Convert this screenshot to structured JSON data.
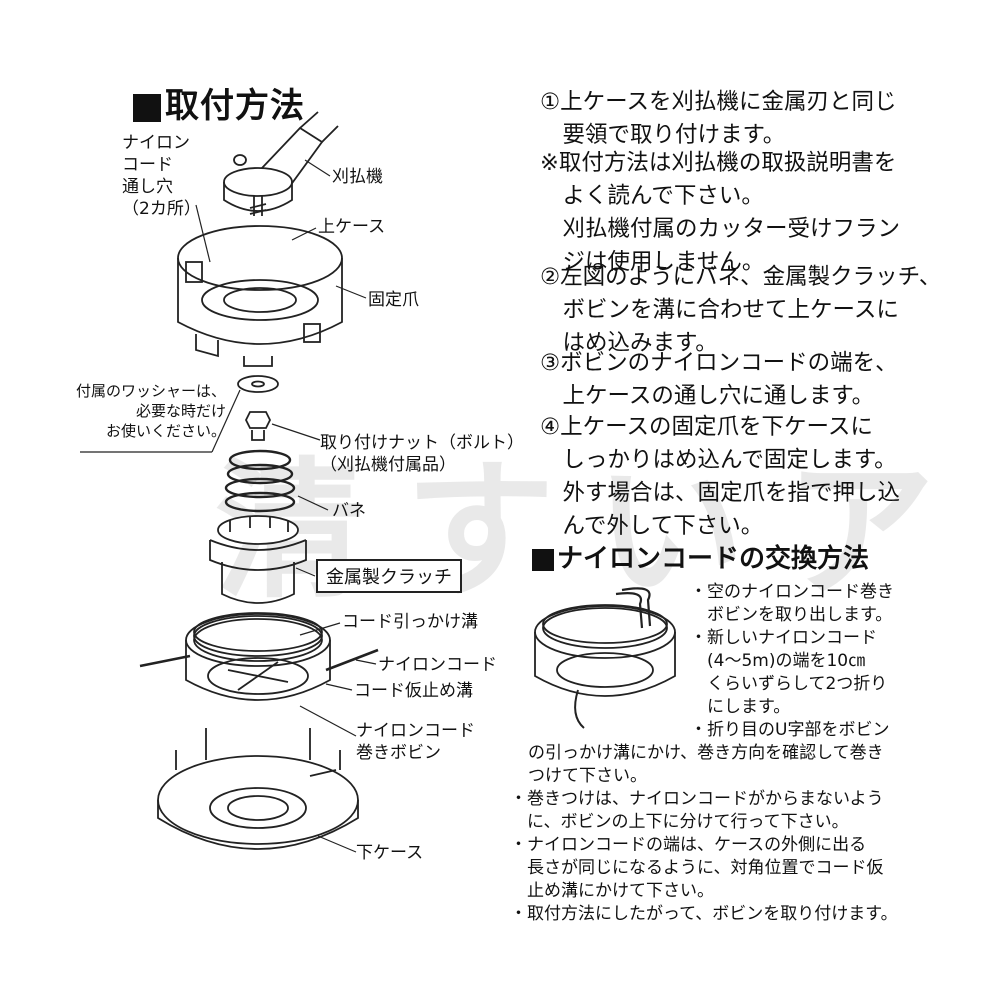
{
  "installation": {
    "heading": "取付方法",
    "steps": [
      {
        "lines": [
          "①上ケースを刈払機に金属刃と同じ",
          "　要領で取り付けます。"
        ]
      },
      {
        "lines": [
          "※取付方法は刈払機の取扱説明書を",
          "　よく読んで下さい。",
          "　刈払機付属のカッター受けフラン",
          "　ジは使用しません。"
        ]
      },
      {
        "lines": [
          "②左図のようにバネ、金属製クラッチ、",
          "　ボビンを溝に合わせて上ケースに",
          "　はめ込みます。"
        ]
      },
      {
        "lines": [
          "③ボビンのナイロンコードの端を、",
          "　上ケースの通し穴に通します。"
        ]
      },
      {
        "lines": [
          "④上ケースの固定爪を下ケースに",
          "　しっかりはめ込んで固定します。",
          "　外す場合は、固定爪を指で押し込",
          "　んで外して下さい。"
        ]
      }
    ]
  },
  "replacement": {
    "heading": "ナイロンコードの交換方法",
    "notes_right": [
      "・空のナイロンコード巻き",
      "　ボビンを取り出します。",
      "・新しいナイロンコード",
      "　(4～5m)の端を10㎝",
      "　くらいずらして2つ折り",
      "　にします。",
      "・折り目のU字部をボビン"
    ],
    "notes_full": [
      "の引っかけ溝にかけ、巻き方向を確認して巻き",
      "つけて下さい。",
      "・巻きつけは、ナイロンコードがからまないよう",
      "　に、ボビンの上下に分けて行って下さい。",
      "・ナイロンコードの端は、ケースの外側に出る",
      "　長さが同じになるように、対角位置でコード仮",
      "　止め溝にかけて下さい。",
      "・取付方法にしたがって、ボビンを取り付けます。"
    ]
  },
  "diagram_labels": {
    "nylon_hole": [
      "ナイロン",
      "コード",
      "通し穴",
      "（2カ所）"
    ],
    "brush_cutter": "刈払機",
    "upper_case": "上ケース",
    "fixing_claw": "固定爪",
    "washer_note": [
      "付属のワッシャーは、",
      "必要な時だけ",
      "お使いください。"
    ],
    "nut": [
      "取り付けナット（ボルト）",
      "（刈払機付属品）"
    ],
    "spring": "バネ",
    "clutch": "金属製クラッチ",
    "hook_groove": "コード引っかけ溝",
    "nylon_cord": "ナイロンコード",
    "temp_groove": "コード仮止め溝",
    "bobbin": [
      "ナイロンコード",
      "巻きボビン"
    ],
    "lower_case": "下ケース"
  },
  "watermark": "清すいア"
}
